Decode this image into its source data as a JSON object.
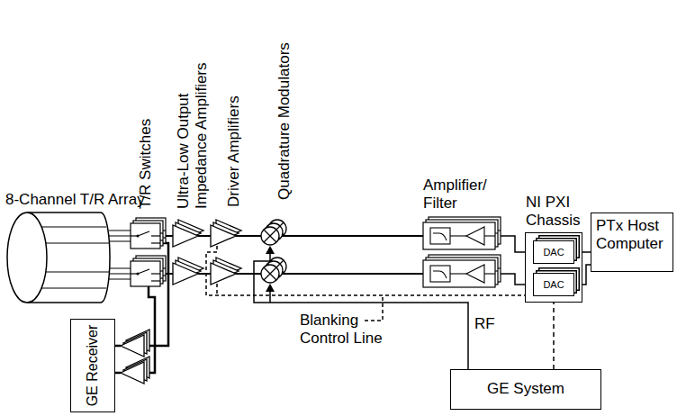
{
  "diagram": {
    "nodes": [
      {
        "text": [
          "NI PXI Chassis"
        ]
      },
      {
        "text": [
          "DAC"
        ],
        "in": 0
      },
      {
        "text": [
          "DAC"
        ],
        "in": 0
      },
      {
        "text": [
          "PTx Host Computer"
        ]
      },
      {
        "text": [
          "GE Receiver"
        ]
      },
      {
        "text": [
          "GE System"
        ]
      }
    ],
    "edges": [
      {
        "from": 1,
        "to": 3,
        "arrow": "none"
      },
      {
        "from": 2,
        "to": 3,
        "arrow": "none"
      },
      {
        "from": 5,
        "to": 0,
        "arrow": "none"
      }
    ],
    "labels": [
      "8-Channel T/R Array",
      "T/R Switches",
      "Ultra-Low Output Impedance Amplifiers",
      "Driver Amplifiers",
      "Quadrature Modulators",
      "Amplifier/ Filter",
      "Blanking Control Line",
      "RF"
    ]
  }
}
